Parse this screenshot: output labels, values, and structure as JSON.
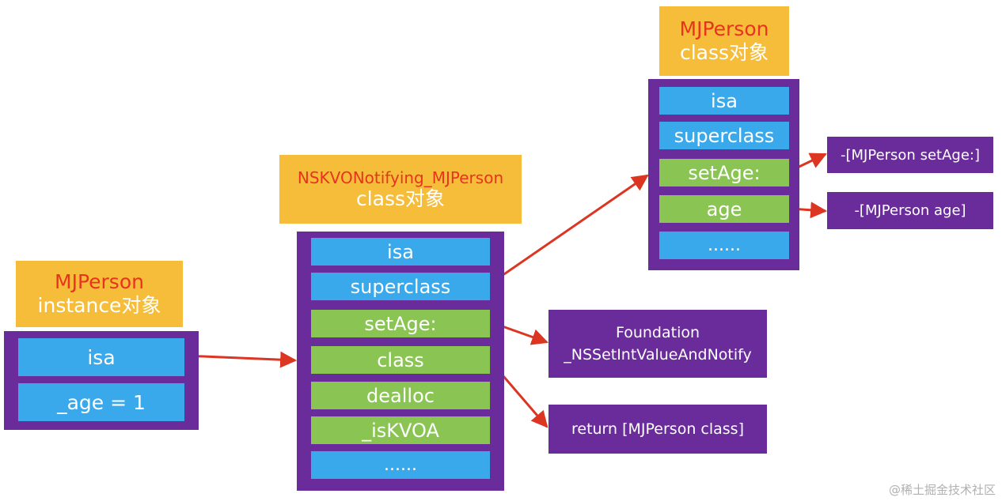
{
  "colors": {
    "label_bg": "#f6bd3b",
    "class_name_text": "#e8331f",
    "container": "#6a2c9a",
    "cell_blue": "#3aa9ec",
    "cell_green": "#8ac553",
    "arrow": "#dc3522"
  },
  "instance": {
    "class_name": "MJPerson",
    "type_label": "instance对象",
    "cells": [
      "isa",
      "_age = 1"
    ]
  },
  "kvo_class": {
    "class_name": "NSKVONotifying_MJPerson",
    "type_label": "class对象",
    "cells": [
      "isa",
      "superclass",
      "setAge:",
      "class",
      "dealloc",
      "_isKVOA",
      "......"
    ]
  },
  "person_class": {
    "class_name": "MJPerson",
    "type_label": "class对象",
    "cells": [
      "isa",
      "superclass",
      "setAge:",
      "age",
      "......"
    ]
  },
  "functions": {
    "set_int_value": [
      "Foundation",
      "_NSSetIntValueAndNotify"
    ],
    "return_class": "return [MJPerson class]",
    "person_set_age": "-[MJPerson setAge:]",
    "person_age": "-[MJPerson age]"
  },
  "watermark": "@稀土掘金技术社区"
}
